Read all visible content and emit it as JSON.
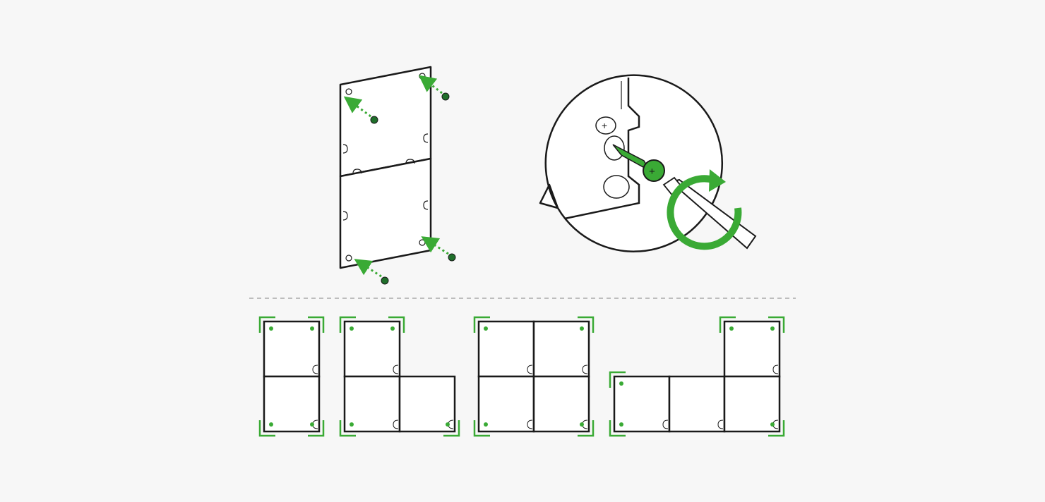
{
  "colors": {
    "background": "#f7f7f7",
    "stroke": "#1a1a1a",
    "accent_green": "#3aaa35",
    "dark_green": "#1f6f2a",
    "divider": "#bdbdbd",
    "panel_fill": "#ffffff"
  },
  "steps": [
    {
      "id": "mount-panels-with-screws",
      "icon": "screw-icon",
      "screw_count": 4
    },
    {
      "id": "tighten-screw-closeup",
      "icon": "screwdriver-icon",
      "rotation": "clockwise-arrow-icon"
    }
  ],
  "layouts": [
    {
      "id": "layout-vertical-2",
      "grid": [
        [
          1
        ],
        [
          1
        ]
      ]
    },
    {
      "id": "layout-L-3",
      "grid": [
        [
          1,
          0
        ],
        [
          1,
          1
        ]
      ]
    },
    {
      "id": "layout-square-4",
      "grid": [
        [
          1,
          1
        ],
        [
          1,
          1
        ]
      ]
    },
    {
      "id": "layout-reverse-L-4",
      "grid": [
        [
          0,
          0,
          1
        ],
        [
          1,
          1,
          1
        ]
      ]
    }
  ]
}
